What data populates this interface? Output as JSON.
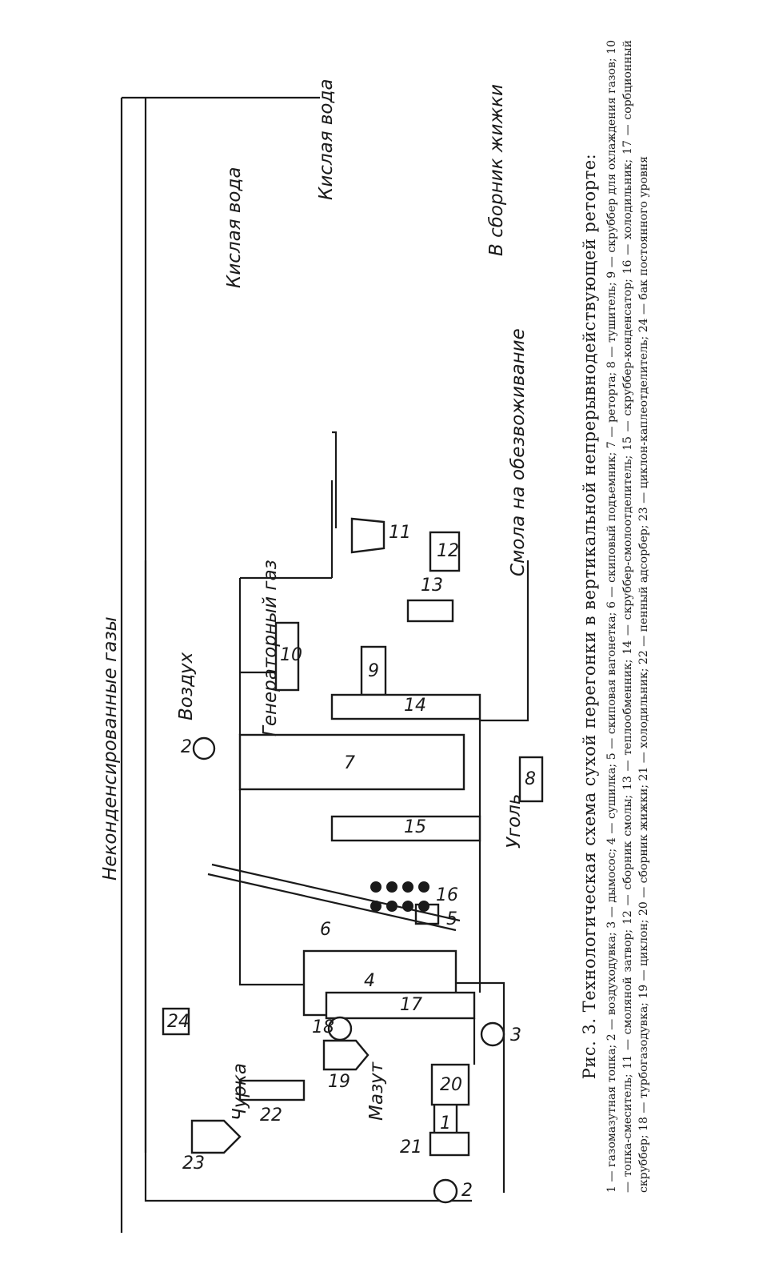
{
  "diagram": {
    "labels": {
      "flue_gases": "Неконденсированные газы",
      "air": "Воздух",
      "generator_gas": "Генераторный газ",
      "acid_water_top": "Кислая вода",
      "acid_water_mid": "Кислая вода",
      "to_liquor": "В сборник жижки",
      "tar": "Смола на обезвоживание",
      "coal": "Уголь",
      "chips": "Чурка",
      "fuel_oil": "Мазут"
    },
    "numbers": [
      "1",
      "2",
      "2",
      "3",
      "4",
      "5",
      "6",
      "7",
      "8",
      "9",
      "10",
      "11",
      "12",
      "13",
      "14",
      "15",
      "16",
      "17",
      "18",
      "19",
      "20",
      "21",
      "22",
      "23",
      "24"
    ]
  },
  "caption": {
    "title": "Рис. 3. Технологическая схема сухой перегонки в вертикальной непрерывнодействующей реторте:",
    "legend": "1 — газомазутная топка; 2 — воздуходувка; 3 — дымосос; 4 — сушилка; 5 — скиповая вагонетка; 6 — скиповый подъемник; 7 — реторта; 8 — тушитель; 9 — скруббер для охлаждения газов; 10 — топка-смеситель; 11 — смоляной затвор; 12 — сборник смолы; 13 — теплообменник; 14 — скруббер-смолоотделитель; 15 — скруббер-конденсатор; 16 — холодильник; 17 — сорбционный скруббер; 18 — турбогазодувка; 19 — циклон; 20 — сборник жижки; 21 — холодильник; 22 — пенный адсорбер; 23 — циклон-каплеотделитель; 24 — бак постоянного уровня"
  }
}
